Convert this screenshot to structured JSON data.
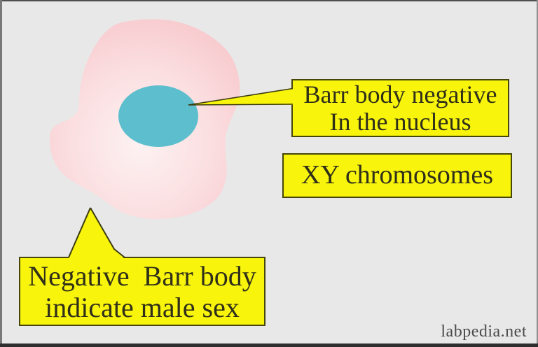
{
  "diagram": {
    "title_context": "Barr body negative cell (male sex)",
    "background_color": "#e8e8e8",
    "accent_yellow": "#f8f40c",
    "callout_border_color": "#46460a",
    "callout_text_color": "#2f2f1a",
    "cell": {
      "shape": "squamous-cell-blob",
      "fill_center": "#fdf2f2",
      "fill_edge": "#f7c6ca"
    },
    "nucleus": {
      "shape": "ellipse",
      "fill": "#5dbecd"
    },
    "callouts": {
      "barr_body": {
        "line1": "Barr body negative",
        "line2": "In the nucleus",
        "points_to": "nucleus"
      },
      "xy_chromosomes": {
        "label": "XY chromosomes"
      },
      "negative_barr": {
        "line1": "Negative  Barr body",
        "line2": "indicate male sex",
        "points_to": "cell"
      }
    },
    "watermark": "labpedia.net"
  }
}
